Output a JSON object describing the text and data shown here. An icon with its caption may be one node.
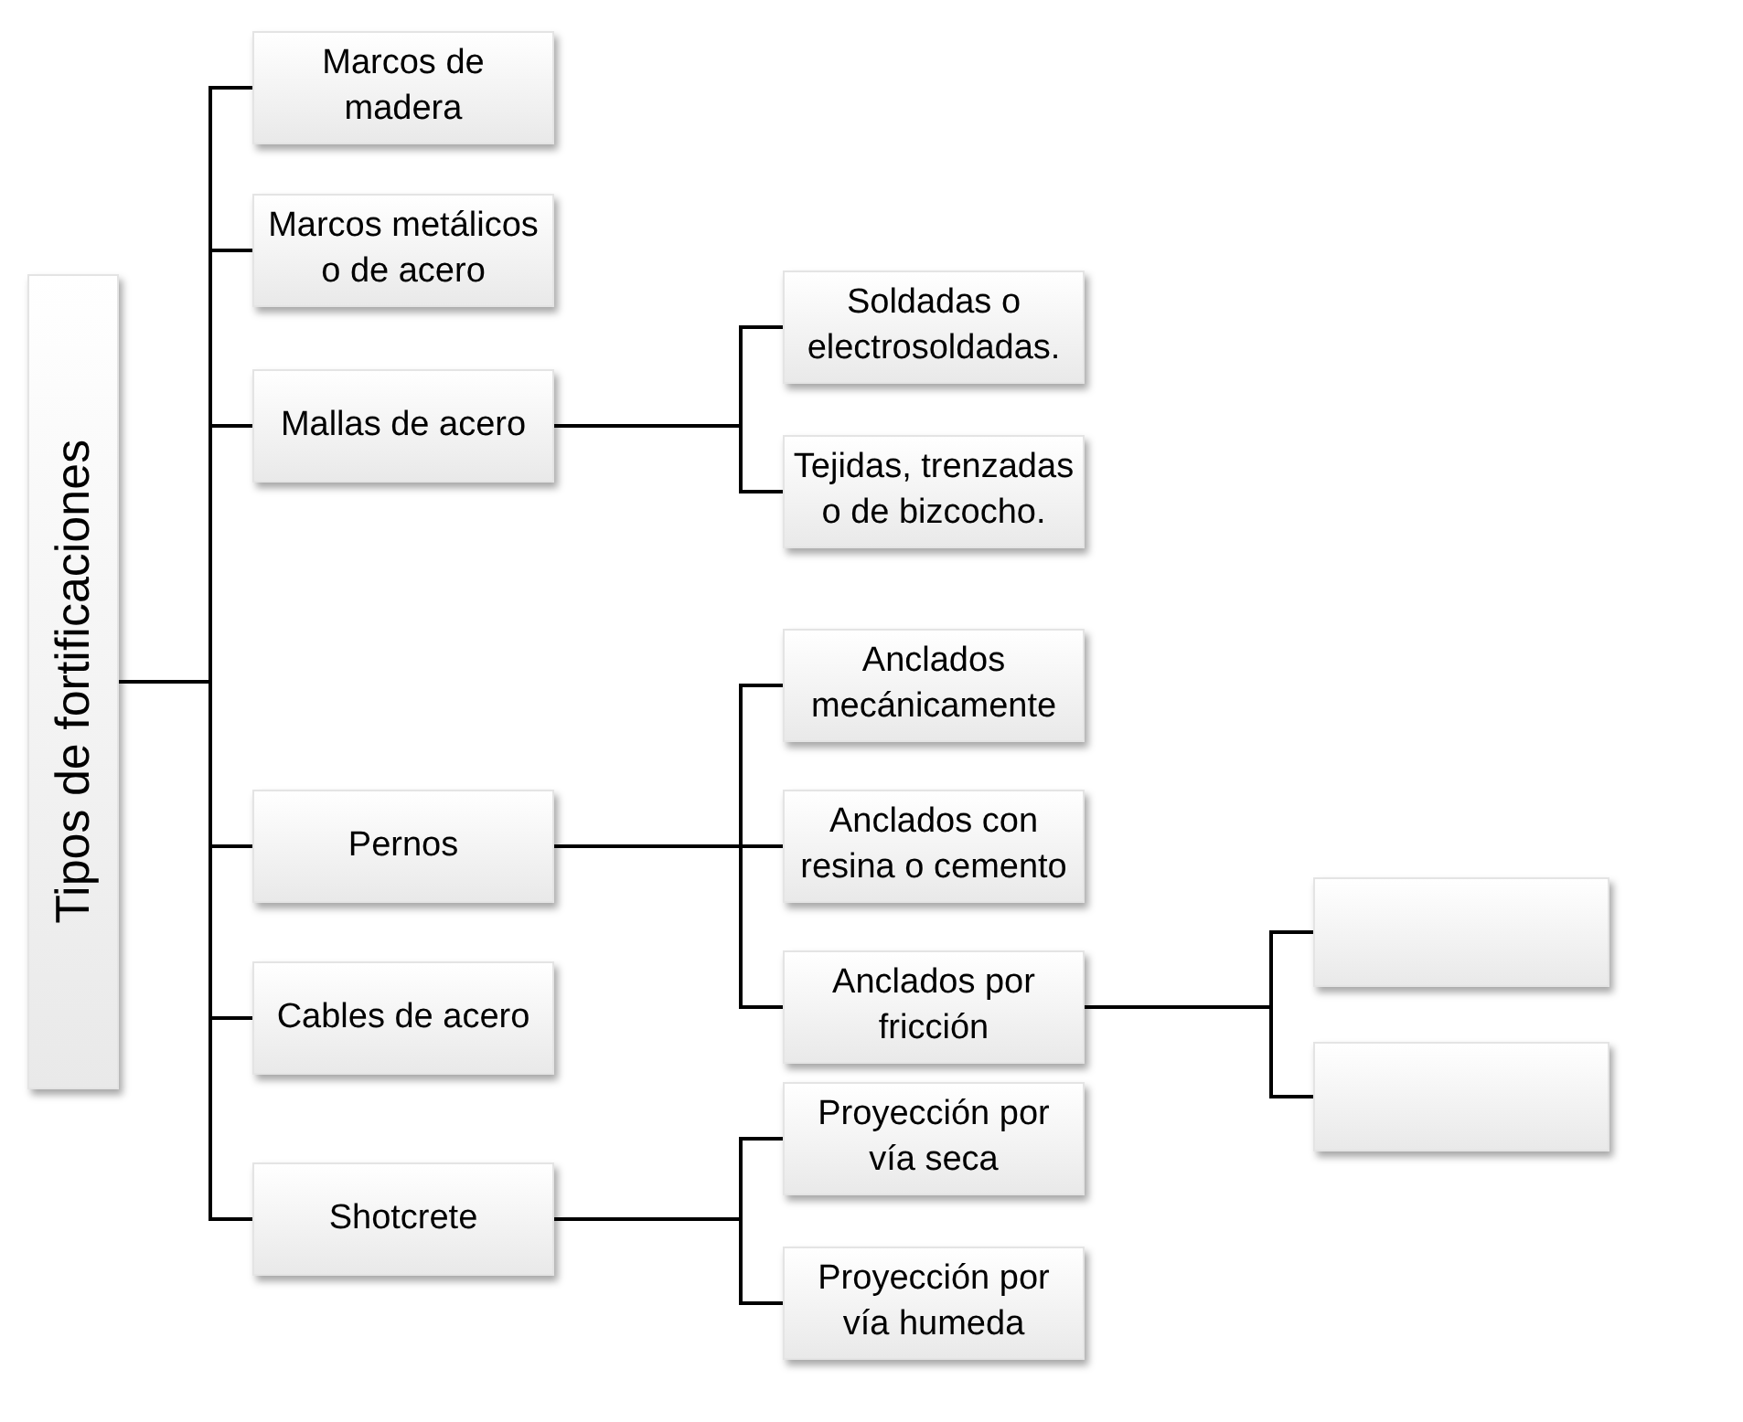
{
  "diagram": {
    "nodes": [
      {
        "text": [
          "Tipos de fortificaciones"
        ]
      },
      {
        "text": [
          "Marcos de madera"
        ]
      },
      {
        "text": [
          "Marcos metálicos o de acero"
        ]
      },
      {
        "text": [
          "Mallas de acero"
        ]
      },
      {
        "text": [
          "Soldadas o electrosoldadas."
        ]
      },
      {
        "text": [
          "Tejidas, trenzadas o de bizcocho."
        ]
      },
      {
        "text": [
          "Pernos"
        ]
      },
      {
        "text": [
          "Anclados mecánicamente"
        ]
      },
      {
        "text": [
          "Anclados con resina o cemento"
        ]
      },
      {
        "text": [
          "Anclados por fricción"
        ]
      },
      {
        "text": [],
        "shape": "box"
      },
      {
        "text": [],
        "shape": "box"
      },
      {
        "text": [
          "Cables de acero"
        ]
      },
      {
        "text": [
          "Shotcrete"
        ]
      },
      {
        "text": [
          "Proyección por vía seca"
        ]
      },
      {
        "text": [
          "Proyección por vía humeda"
        ]
      }
    ],
    "edges": [
      {
        "from": 0,
        "to": 1,
        "arrow": "none"
      },
      {
        "from": 0,
        "to": 2,
        "arrow": "none"
      },
      {
        "from": 0,
        "to": 3,
        "arrow": "none"
      },
      {
        "from": 3,
        "to": 4,
        "arrow": "none"
      },
      {
        "from": 3,
        "to": 5,
        "arrow": "none"
      },
      {
        "from": 0,
        "to": 6,
        "arrow": "none"
      },
      {
        "from": 6,
        "to": 7,
        "arrow": "none"
      },
      {
        "from": 6,
        "to": 8,
        "arrow": "none"
      },
      {
        "from": 6,
        "to": 9,
        "arrow": "none"
      },
      {
        "from": 9,
        "to": 10,
        "arrow": "none"
      },
      {
        "from": 9,
        "to": 11,
        "arrow": "none"
      },
      {
        "from": 0,
        "to": 12,
        "arrow": "none"
      },
      {
        "from": 0,
        "to": 13,
        "arrow": "none"
      },
      {
        "from": 13,
        "to": 14,
        "arrow": "none"
      },
      {
        "from": 13,
        "to": 15,
        "arrow": "none"
      }
    ]
  }
}
